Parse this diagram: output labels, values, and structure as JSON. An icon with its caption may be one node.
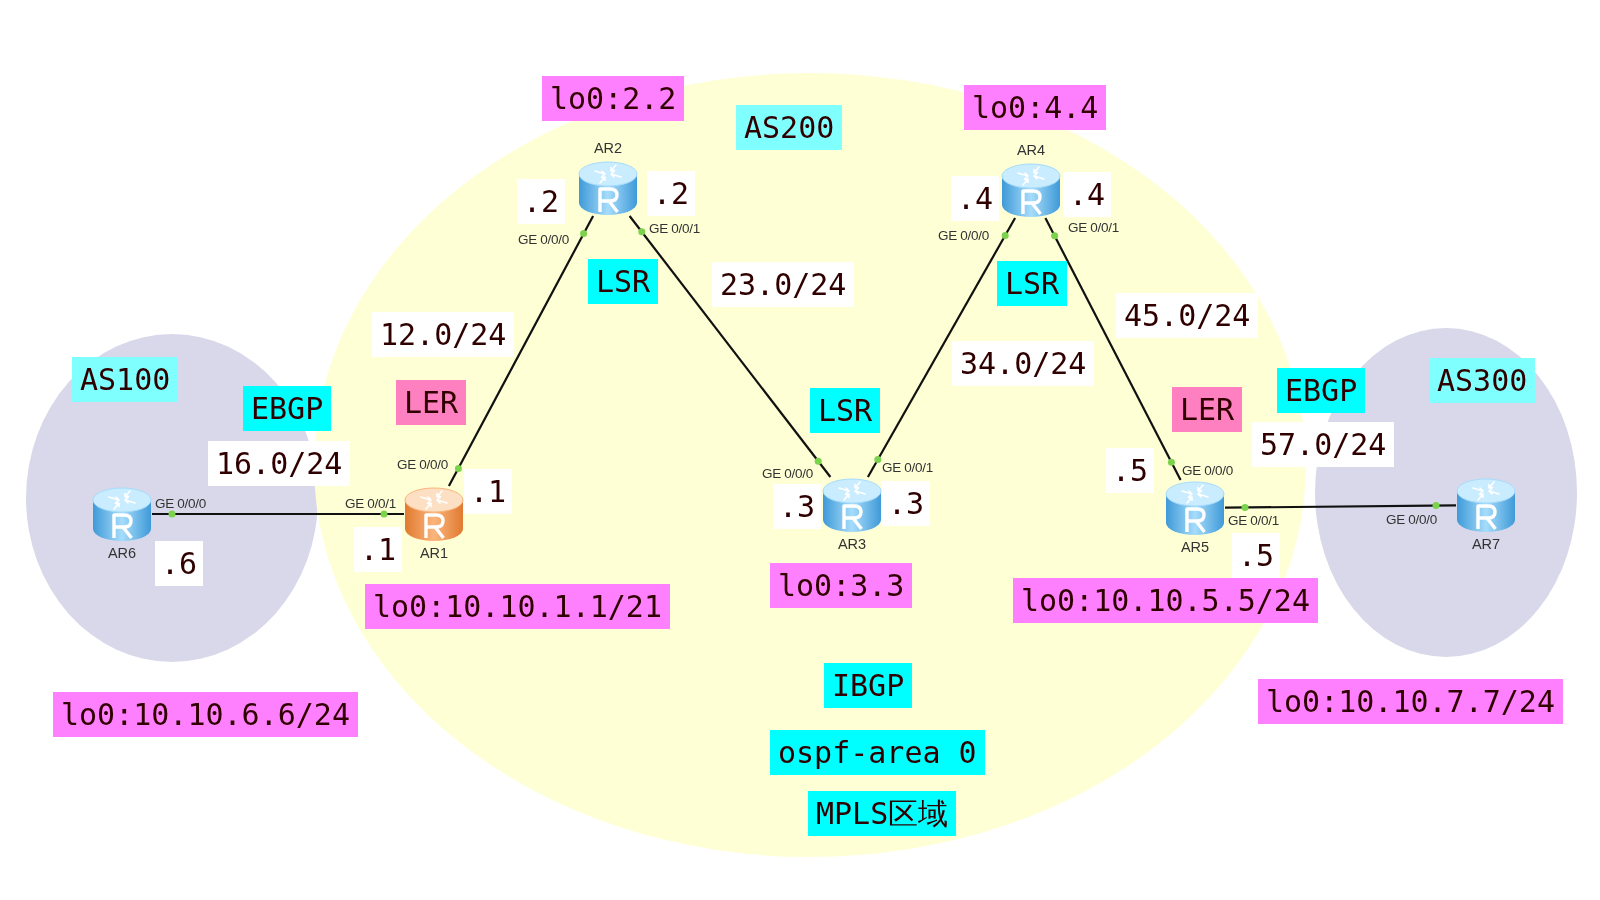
{
  "diagram": {
    "nodes": [
      {
        "text": [
          "AS100"
        ]
      },
      {
        "text": [
          "AR6"
        ],
        "in": 0,
        "beside": [
          "GE 0/0/0",
          ".6"
        ]
      },
      {
        "text": [
          "AS200"
        ]
      },
      {
        "text": [
          "AR1"
        ],
        "in": 2,
        "beside": [
          "LER",
          "GE 0/0/0",
          ".1",
          "GE 0/0/1",
          ".1",
          "lo0:10.10.1.1/21"
        ]
      },
      {
        "text": [
          "AR2"
        ],
        "in": 2,
        "beside": [
          "lo0:2.2",
          ".2",
          ".2",
          "GE 0/0/1",
          "GE 0/0/0",
          "LSR"
        ]
      },
      {
        "text": [
          "AR3"
        ],
        "in": 2,
        "beside": [
          "LSR",
          "GE 0/0/1",
          "GE 0/0/0",
          ".3",
          ".3",
          "lo0:3.3"
        ]
      },
      {
        "text": [
          "AR4"
        ],
        "in": 2,
        "beside": [
          "lo0:4.4",
          ".4",
          ".4",
          "GE 0/0/1",
          "GE 0/0/0",
          "LSR"
        ]
      },
      {
        "text": [
          "AR5"
        ],
        "in": 2,
        "beside": [
          "LER",
          ".5",
          "GE 0/0/0",
          "GE 0/0/1",
          ".5",
          "lo0:10.10.5.5/24"
        ]
      },
      {
        "text": [
          "AS300"
        ]
      },
      {
        "text": [
          "AR7"
        ],
        "in": 8,
        "beside": [
          "GE 0/0/0"
        ]
      }
    ],
    "edges": [
      {
        "from": 1,
        "to": 3,
        "arrow": "none",
        "label": "16.0/24"
      },
      {
        "from": 3,
        "to": 4,
        "arrow": "none",
        "label": "12.0/24"
      },
      {
        "from": 4,
        "to": 5,
        "arrow": "none",
        "label": "23.0/24"
      },
      {
        "from": 5,
        "to": 6,
        "arrow": "none",
        "label": "34.0/24"
      },
      {
        "from": 6,
        "to": 7,
        "arrow": "none",
        "label": "45.0/24"
      },
      {
        "from": 7,
        "to": 9,
        "arrow": "none",
        "label": "57.0/24"
      }
    ],
    "labels": [
      "EBGP",
      "EBGP",
      "IBGP",
      "lo0:10.10.6.6/24",
      "lo0:10.10.7.7/24",
      "ospf-area 0",
      "MPLS区域"
    ]
  }
}
